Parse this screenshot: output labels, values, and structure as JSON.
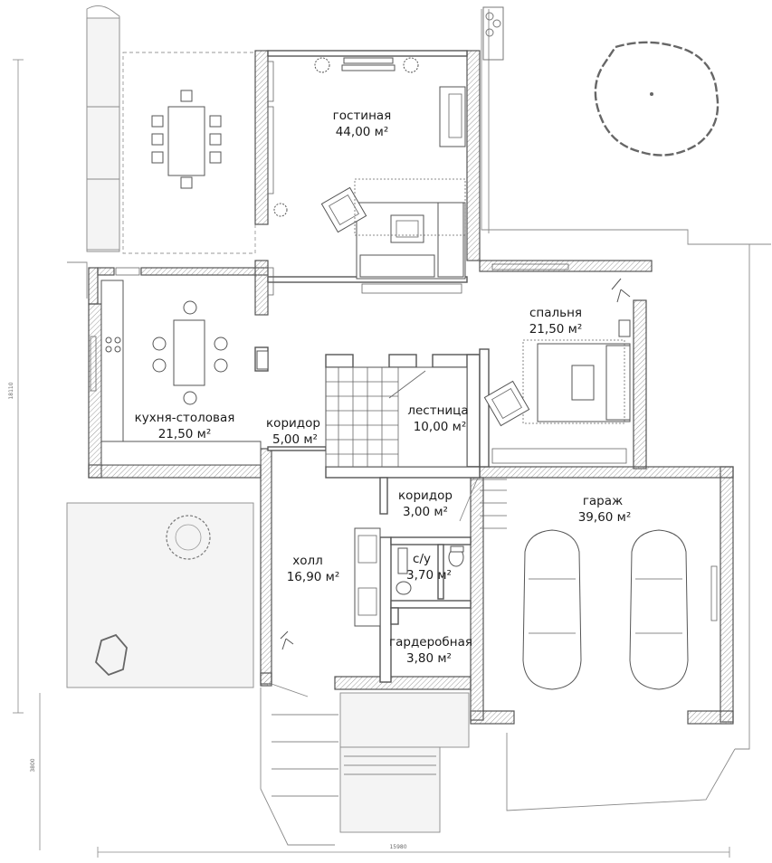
{
  "rooms": {
    "living": {
      "name": "гостиная",
      "area": "44,00 м²"
    },
    "kitchen": {
      "name": "кухня-столовая",
      "area": "21,50 м²"
    },
    "corridor1": {
      "name": "коридор",
      "area": "5,00 м²"
    },
    "stairs": {
      "name": "лестница",
      "area": "10,00 м²"
    },
    "bedroom": {
      "name": "спальня",
      "area": "21,50 м²"
    },
    "corridor2": {
      "name": "коридор",
      "area": "3,00 м²"
    },
    "garage": {
      "name": "гараж",
      "area": "39,60 м²"
    },
    "hall": {
      "name": "холл",
      "area": "16,90 м²"
    },
    "bathroom": {
      "name": "с/у",
      "area": "3,70 м²"
    },
    "wardrobe": {
      "name": "гардеробная",
      "area": "3,80 м²"
    }
  },
  "dimensions": {
    "total_height": "18110",
    "bottom_height": "3800",
    "total_width": "15980"
  },
  "colors": {
    "wall_line": "#555555",
    "hatch": "#9a9a9a",
    "text": "#1a1a1a"
  }
}
